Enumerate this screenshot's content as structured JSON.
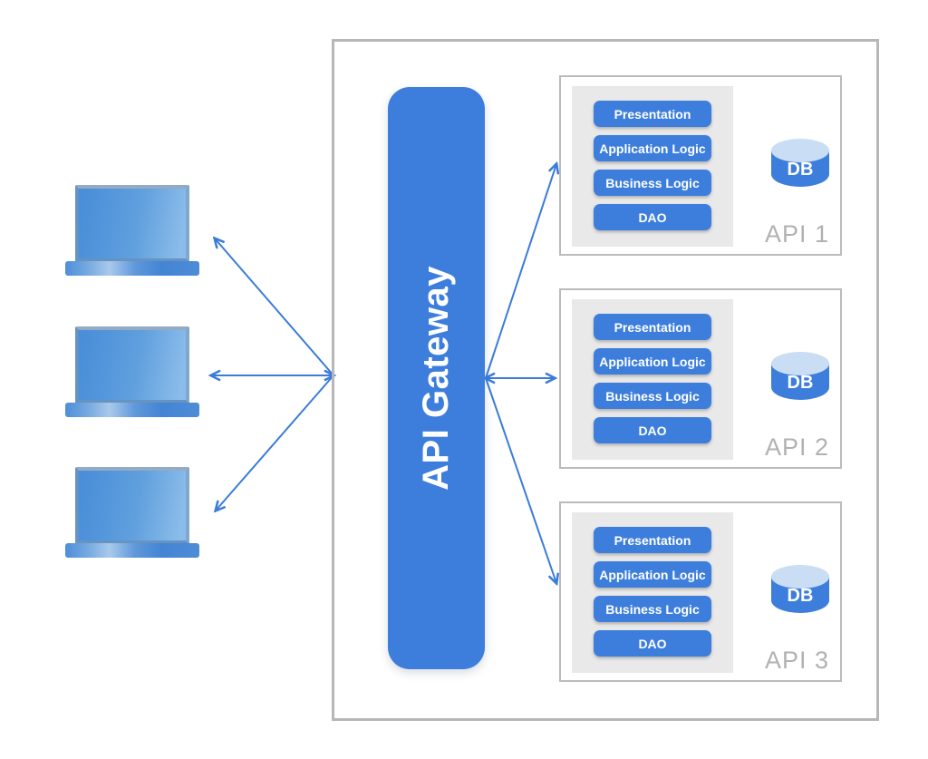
{
  "diagram": {
    "gateway_label": "API Gateway",
    "services": [
      {
        "name": "API 1",
        "layers": [
          "Presentation",
          "Application Logic",
          "Business Logic",
          "DAO"
        ],
        "db": "DB"
      },
      {
        "name": "API 2",
        "layers": [
          "Presentation",
          "Application Logic",
          "Business Logic",
          "DAO"
        ],
        "db": "DB"
      },
      {
        "name": "API 3",
        "layers": [
          "Presentation",
          "Application Logic",
          "Business Logic",
          "DAO"
        ],
        "db": "DB"
      }
    ],
    "clients": {
      "count": 3,
      "icon": "laptop-icon"
    },
    "icons": {
      "client": "laptop-icon",
      "database": "database-cylinder-icon",
      "connector": "double-headed-arrow"
    },
    "colors": {
      "primary_blue": "#3d7edd",
      "arrow_blue": "#3a7cd8",
      "db_top_blue": "#c9ddf5",
      "panel_gray": "#e9e9e9",
      "border_gray": "#b7b7b7",
      "label_gray": "#b1b1b1"
    }
  }
}
